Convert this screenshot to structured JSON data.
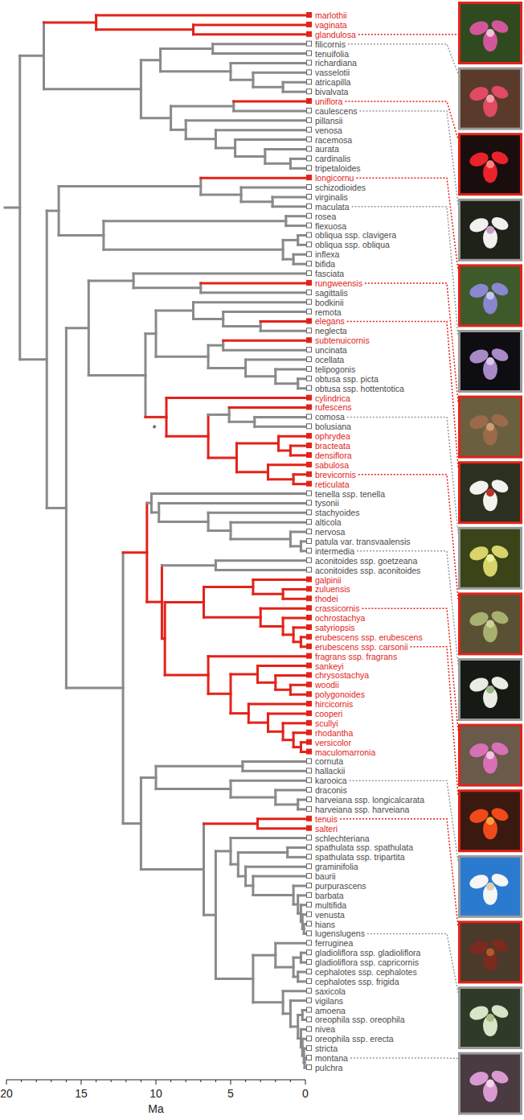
{
  "diagram": {
    "labels": [
      "marlothii",
      "vaginata",
      "glandulosa",
      "filicornis",
      "tenuifolia",
      "richardiana",
      "vasselotii",
      "atricapilla",
      "bivalvata",
      "uniflora",
      "caulescens",
      "pillansii",
      "venosa",
      "racemosa",
      "aurata",
      "cardinalis",
      "tripetaloides",
      "longicornu",
      "schizodioides",
      "virginalis",
      "maculata",
      "rosea",
      "flexuosa",
      "obliqua ssp. clavigera",
      "obliqua ssp. obliqua",
      "inflexa",
      "bifida",
      "fasciata",
      "rungweensis",
      "sagittalis",
      "bodkinii",
      "remota",
      "elegans",
      "neglecta",
      "subtenuicornis",
      "uncinata",
      "ocellata",
      "telipogonis",
      "obtusa ssp. picta",
      "obtusa ssp. hottentotica",
      "cylindrica",
      "rufescens",
      "comosa",
      "bolusiana",
      "ophrydea",
      "bracteata",
      "densiflora",
      "sabulosa",
      "brevicornis",
      "reticulata",
      "tenella ssp. tenella",
      "tysonii",
      "stachyoides",
      "alticola",
      "nervosa",
      "patula var. transvaalensis",
      "intermedia",
      "aconitoides ssp. goetzeana",
      "aconitoides ssp. aconitoides",
      "galpinii",
      "zuluensis",
      "thodei",
      "crassicornis",
      "ochrostachya",
      "satyriopsis",
      "erubescens ssp. erubescens",
      "erubescens ssp. carsonii",
      "fragrans ssp. fragrans",
      "sankeyi",
      "chrysostachya",
      "woodii",
      "polygonoides",
      "hircicornis",
      "cooperi",
      "scullyi",
      "rhodantha",
      "versicolor",
      "maculomarronia",
      "cornuta",
      "hallackii",
      "karooica",
      "draconis",
      "harveiana ssp. longicalcarata",
      "harveiana ssp. harveiana",
      "tenuis",
      "salteri",
      "schlechteriana",
      "spathulata ssp. spathulata",
      "spathulata ssp. tripartita",
      "graminifolia",
      "baurii",
      "purpurascens",
      "barbata",
      "multifida",
      "venusta",
      "hians",
      "lugenslugens",
      "ferruginea",
      "gladioliflora ssp. gladioliflora",
      "gladioliflora ssp. capricornis",
      "cephalotes ssp. cephalotes",
      "cephalotes ssp. frigida",
      "saxicola",
      "vigilans",
      "amoena",
      "oreophila ssp. oreophila",
      "nivea",
      "oreophila ssp. erecta",
      "stricta",
      "montana",
      "pulchra",
      "*",
      "20",
      "15",
      "10",
      "5",
      "0",
      "Ma"
    ]
  }
}
